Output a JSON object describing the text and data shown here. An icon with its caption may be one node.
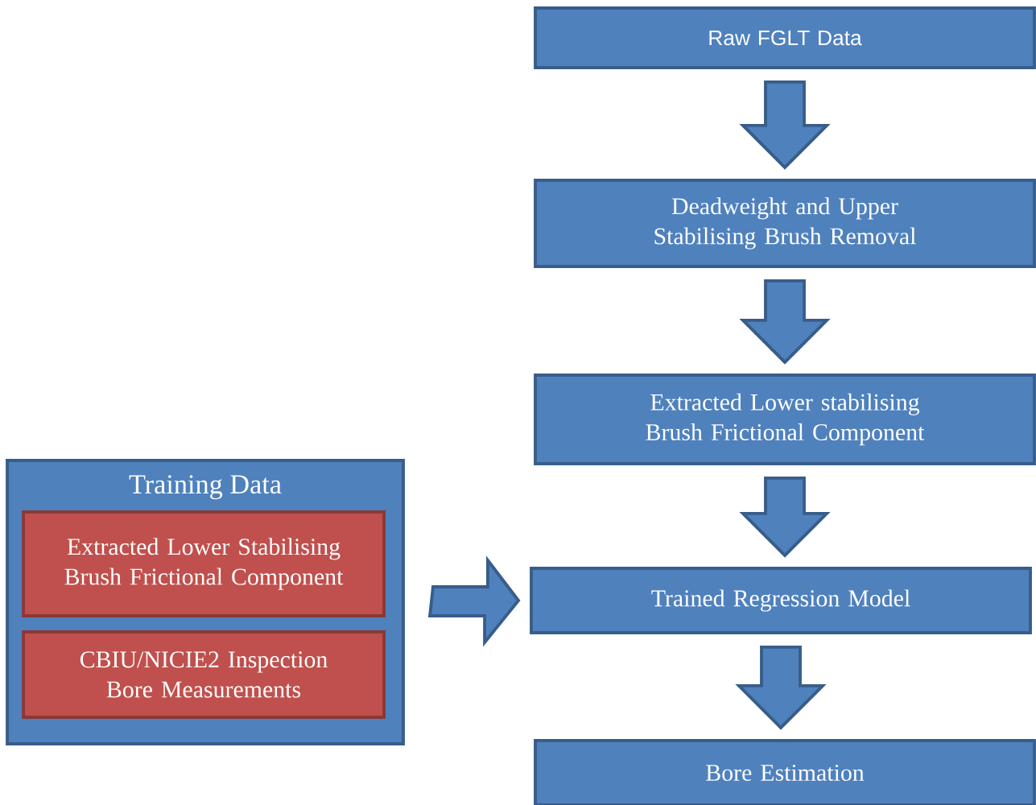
{
  "diagram": {
    "nodes": [
      {
        "text": [
          "Raw FGLT Data"
        ]
      },
      {
        "text": [
          "Deadweight and Upper Stabilising Brush Removal"
        ]
      },
      {
        "text": [
          "Extracted Lower stabilising Brush Frictional Component"
        ]
      },
      {
        "text": [
          "Training Data"
        ]
      },
      {
        "text": [
          "Extracted Lower Stabilising Brush Frictional Component"
        ],
        "in": 3
      },
      {
        "text": [
          "CBIU/NICIE2 Inspection Bore Measurements"
        ],
        "in": 3
      },
      {
        "text": [
          "Trained Regression Model"
        ]
      },
      {
        "text": [
          "Bore Estimation"
        ]
      }
    ],
    "edges": [
      {
        "from": 0,
        "to": 1,
        "arrow": "to"
      },
      {
        "from": 1,
        "to": 2,
        "arrow": "to"
      },
      {
        "from": 2,
        "to": 6,
        "arrow": "to"
      },
      {
        "from": 3,
        "to": 6,
        "arrow": "to"
      },
      {
        "from": 6,
        "to": 7,
        "arrow": "to"
      }
    ]
  }
}
